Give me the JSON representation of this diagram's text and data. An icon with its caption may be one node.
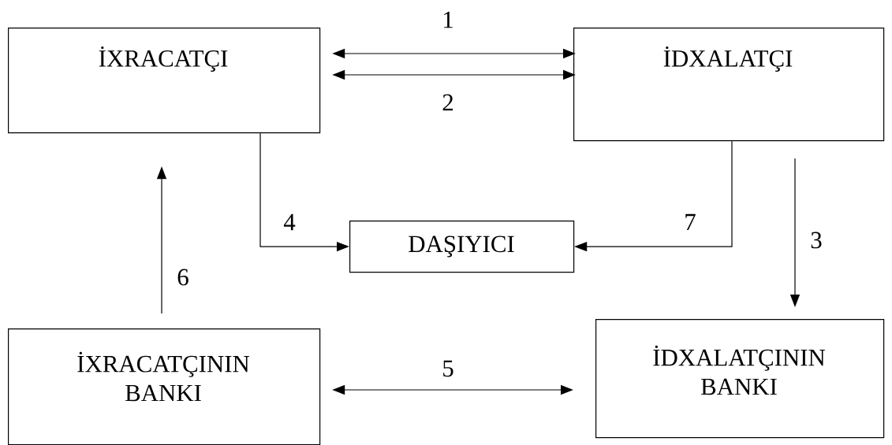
{
  "diagram": {
    "nodes": [
      {
        "text": [
          "İXRACATÇI"
        ]
      },
      {
        "text": [
          "İDXALATÇI"
        ]
      },
      {
        "text": [
          "DAŞIYICI"
        ]
      },
      {
        "text": [
          "İXRACATÇININ BANKI"
        ]
      },
      {
        "text": [
          "İDXALATÇININ BANKI"
        ]
      }
    ],
    "edges": [
      {
        "from": 0,
        "to": 1,
        "arrow": "both",
        "label": "1"
      },
      {
        "from": 0,
        "to": 1,
        "arrow": "both",
        "label": "2"
      },
      {
        "from": 1,
        "to": 4,
        "arrow": "to",
        "label": "3"
      },
      {
        "from": 0,
        "to": 2,
        "arrow": "to",
        "label": "4"
      },
      {
        "from": 3,
        "to": 4,
        "arrow": "both",
        "label": "5"
      },
      {
        "from": 3,
        "to": 0,
        "arrow": "to",
        "label": "6"
      },
      {
        "from": 1,
        "to": 2,
        "arrow": "to",
        "label": "7"
      }
    ]
  }
}
